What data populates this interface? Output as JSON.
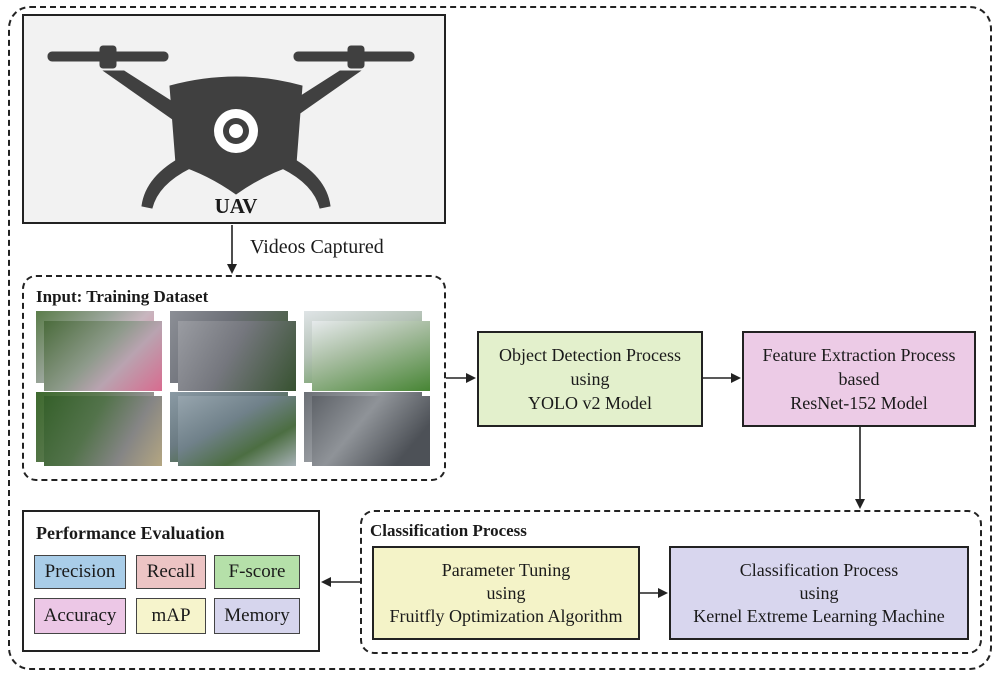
{
  "uav": {
    "label": "UAV"
  },
  "arrow_label": "Videos Captured",
  "dataset": {
    "title": "Input: Training Dataset"
  },
  "detection": {
    "line1": "Object Detection Process",
    "line2": "using",
    "line3": "YOLO v2 Model"
  },
  "extraction": {
    "line1": "Feature Extraction Process",
    "line2": "based",
    "line3": "ResNet-152 Model"
  },
  "classification_group": {
    "title": "Classification Process"
  },
  "tuning": {
    "line1": "Parameter Tuning",
    "line2": "using",
    "line3": "Fruitfly Optimization Algorithm"
  },
  "classifier": {
    "line1": "Classification Process",
    "line2": "using",
    "line3": "Kernel Extreme Learning Machine"
  },
  "performance": {
    "title": "Performance Evaluation",
    "metrics": [
      "Precision",
      "Recall",
      "F-score",
      "Accuracy",
      "mAP",
      "Memory"
    ]
  },
  "colors": {
    "detection_fill": "#e3f0cc",
    "extraction_fill": "#eccbe6",
    "tuning_fill": "#f4f3c8",
    "classifier_fill": "#d8d6ee",
    "precision": "#a9cde8",
    "recall": "#ecc4c4",
    "fscore": "#b5e0a9",
    "accuracy": "#ecc7e6",
    "map": "#f6f4cc",
    "memory": "#d6d5ed"
  }
}
